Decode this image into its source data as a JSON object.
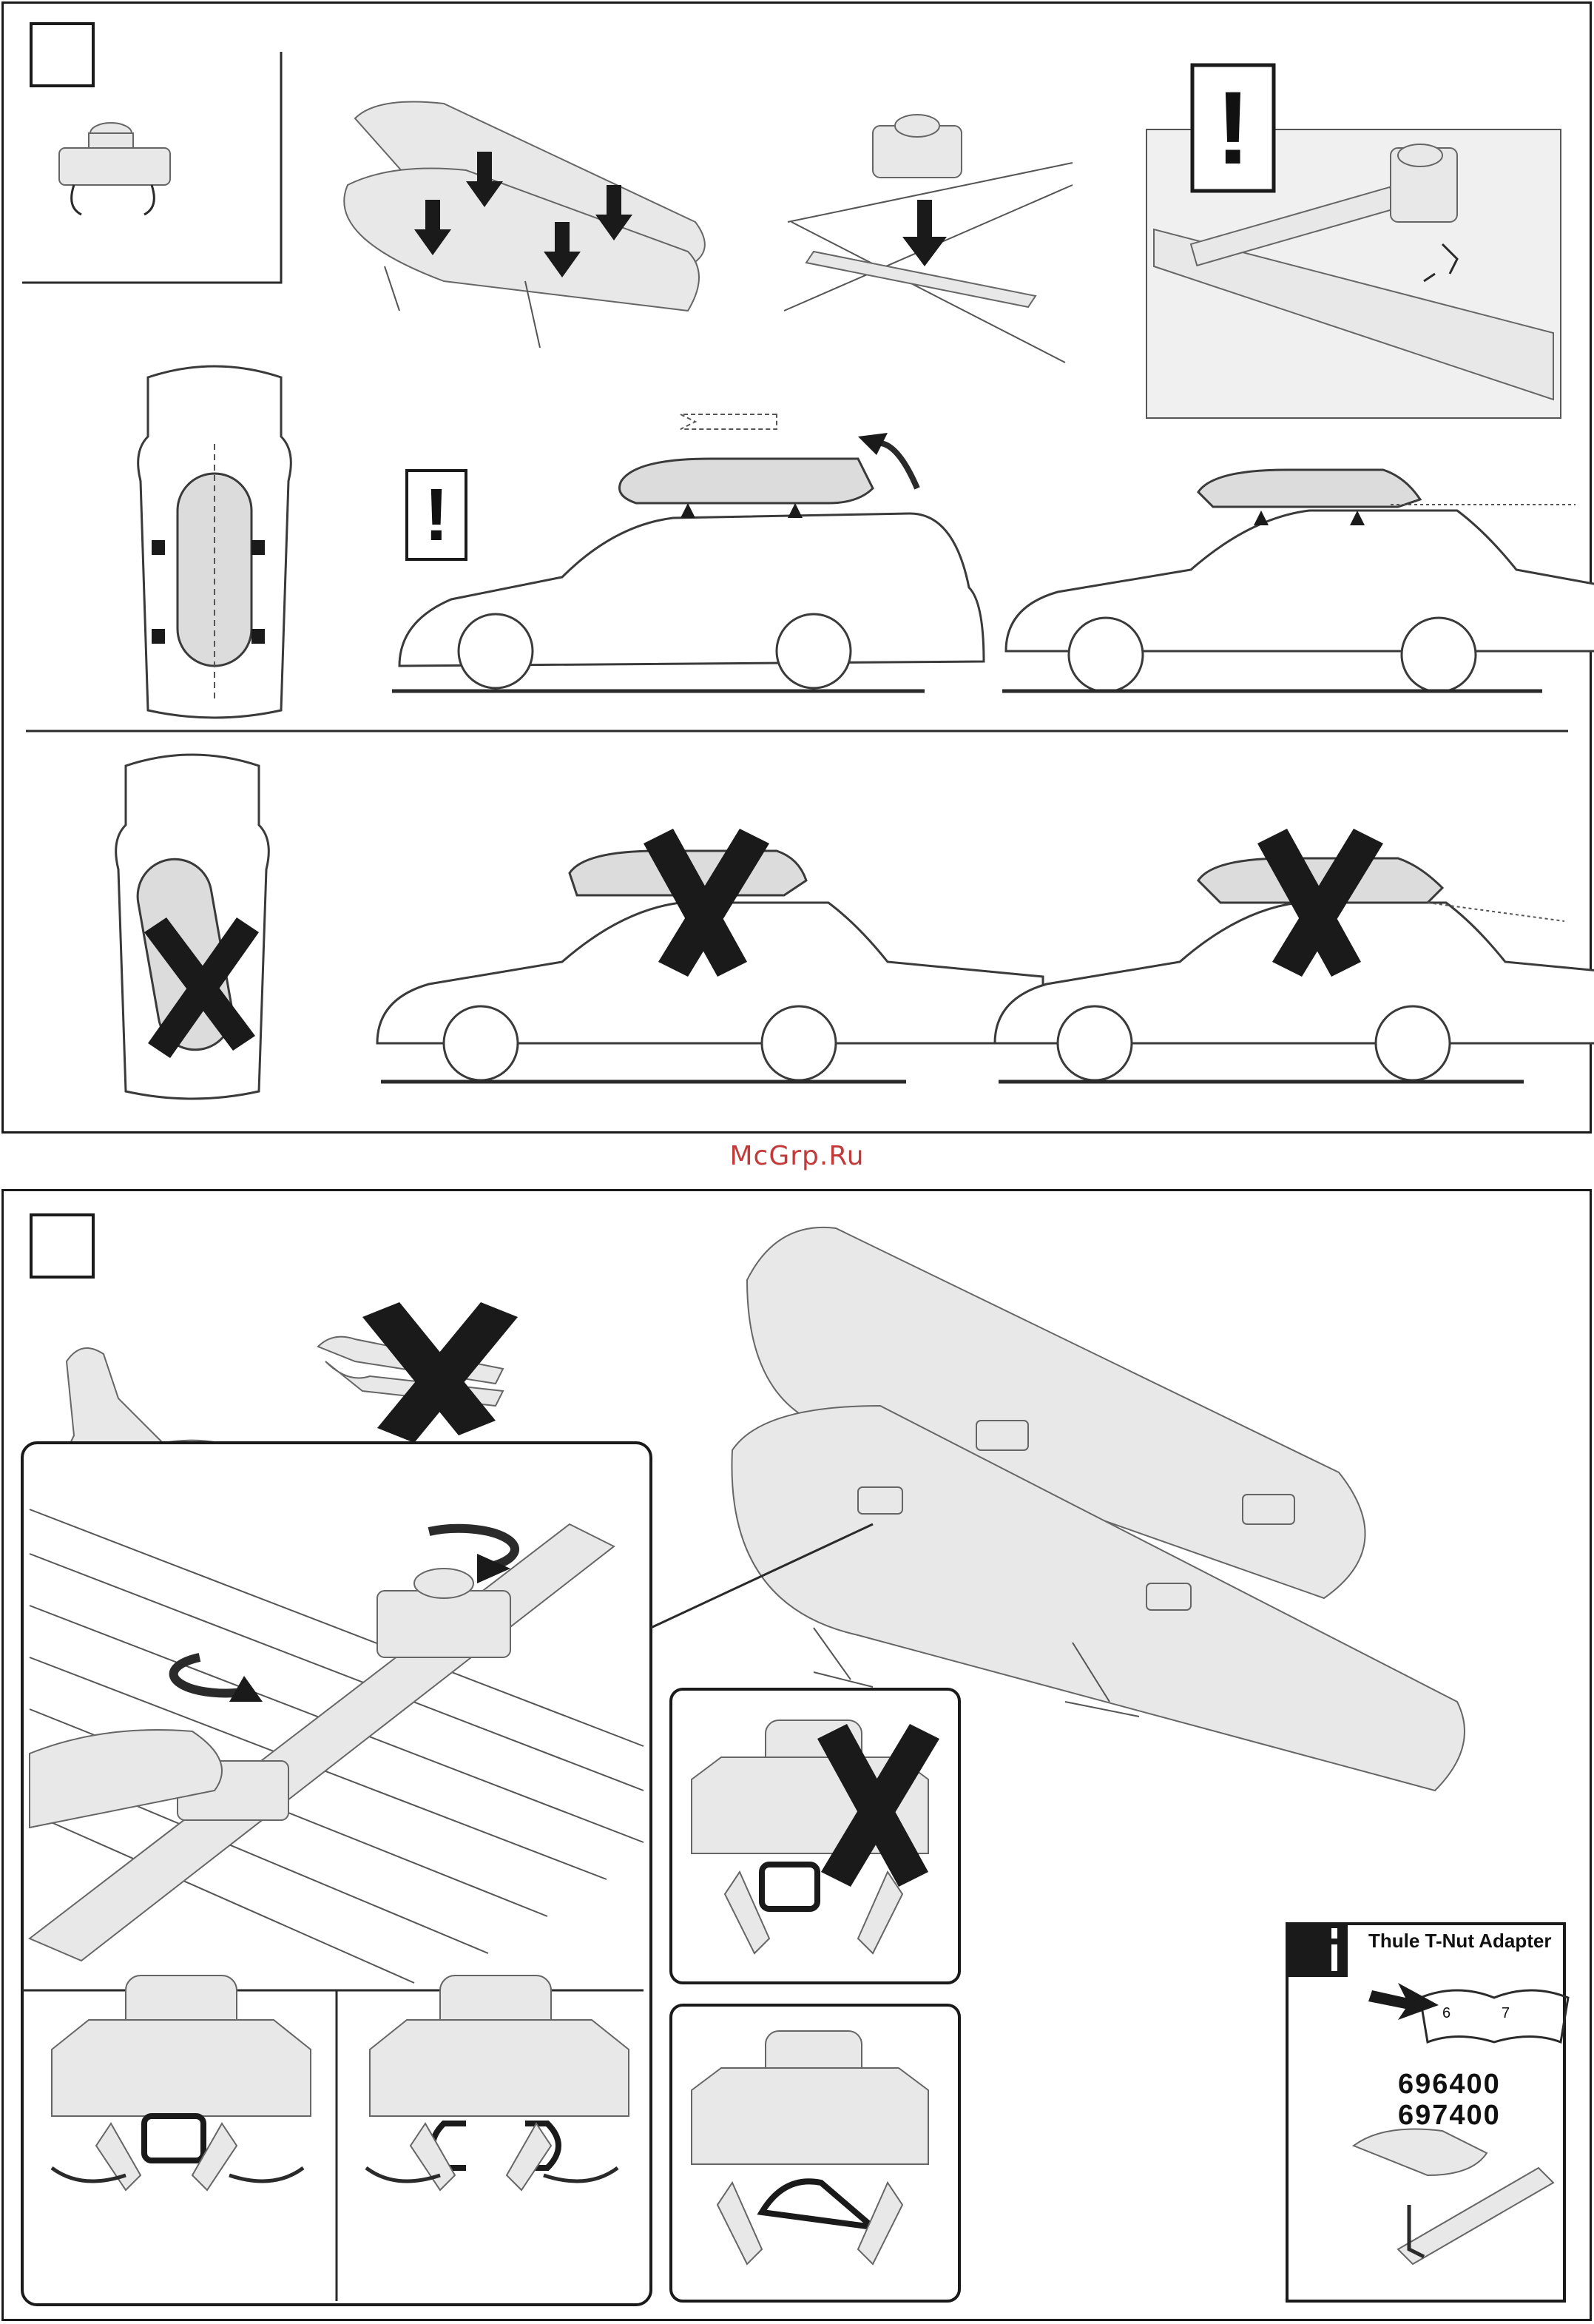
{
  "watermark": "McGrp.Ru",
  "info_box": {
    "title": "Thule T-Nut Adapter",
    "page_left": "6",
    "page_right": "7",
    "part_numbers": [
      "696400",
      "697400"
    ]
  },
  "warning_symbol": "!",
  "icons": [
    "exclamation-icon",
    "cross-icon",
    "rotate-arrow-icon",
    "info-icon",
    "pliers-icon",
    "arm-icon"
  ]
}
